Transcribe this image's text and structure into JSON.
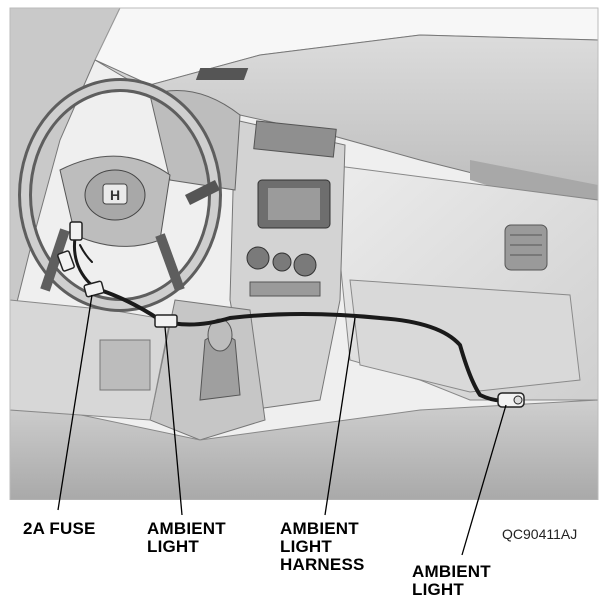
{
  "labels": {
    "fuse": "2A FUSE",
    "ambient_left_1": "AMBIENT",
    "ambient_left_2": "LIGHT",
    "harness_1": "AMBIENT",
    "harness_2": "LIGHT",
    "harness_3": "HARNESS",
    "ambient_right_1": "AMBIENT",
    "ambient_right_2": "LIGHT"
  },
  "figure_code": "QC90411AJ",
  "colors": {
    "background": "#ffffff",
    "illustration_light": "#e6e6e6",
    "illustration_mid": "#c8c8c8",
    "illustration_dark": "#8a8a8a",
    "wire": "#1a1a1a",
    "leader": "#000000"
  },
  "icons": {
    "steering_logo": "honda-logo-icon"
  }
}
